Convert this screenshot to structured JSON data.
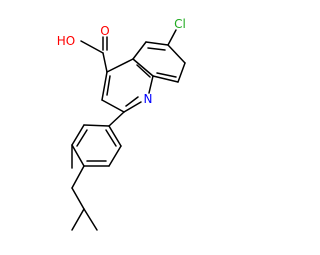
{
  "molecule": {
    "labels": {
      "hydroxyl": "HO",
      "carbonyl_oxygen": "O",
      "chlorine": "Cl",
      "ring_nitrogen": "N"
    },
    "colors": {
      "bond": "#000000",
      "oxygen": "#ff0000",
      "chlorine": "#1faa1f",
      "nitrogen": "#0000ff"
    }
  }
}
